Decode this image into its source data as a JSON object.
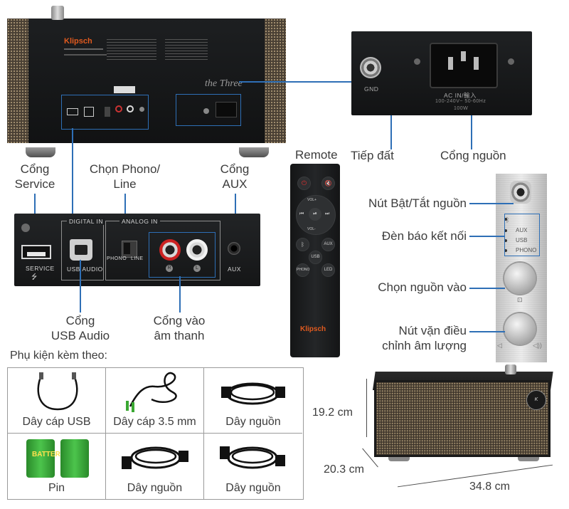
{
  "labels": {
    "remote": "Remote",
    "ground": "Tiếp đất",
    "power_port": "Cổng nguồn",
    "service_port_l1": "Cổng",
    "service_port_l2": "Service",
    "phono_line_l1": "Chọn Phono/",
    "phono_line_l2": "Line",
    "aux_port_l1": "Cổng",
    "aux_port_l2": "AUX",
    "usb_audio_l1": "Cổng",
    "usb_audio_l2": "USB Audio",
    "audio_in_l1": "Cổng vào",
    "audio_in_l2": "âm thanh",
    "power_button": "Nút Bật/Tắt nguồn",
    "connection_led": "Đèn báo kết nối",
    "source_select": "Chọn nguồn vào",
    "volume_l1": "Nút vặn điều",
    "volume_l2": "chỉnh âm lượng"
  },
  "panel_text": {
    "brand": "Klipsch",
    "digital_in": "DIGITAL IN",
    "analog_in": "ANALOG IN",
    "service": "SERVICE",
    "usb_audio": "USB AUDIO",
    "phono": "PHONO",
    "line": "LINE",
    "aux": "AUX",
    "r": "R",
    "l": "L",
    "gnd": "GND",
    "ac_in": "AC IN/輸入",
    "ac_spec": "100-240V~ 50-60Hz",
    "ac_watt": "100W",
    "the_three": "the Three"
  },
  "remote_buttons": {
    "vol_up": "VOL+",
    "vol_down": "VOL-",
    "aux": "AUX",
    "usb": "USB",
    "phono": "PHONO",
    "led": "LED"
  },
  "side_leds": [
    "AUX",
    "USB",
    "PHONO"
  ],
  "accessories": {
    "title": "Phụ kiện kèm theo:",
    "items": [
      "Dây cáp USB",
      "Dây cáp 3.5 mm",
      "Dây nguồn",
      "Pin",
      "Dây nguồn",
      "Dây nguồn"
    ]
  },
  "dimensions": {
    "height": "19.2 cm",
    "depth": "20.3 cm",
    "width": "34.8 cm"
  },
  "colors": {
    "accent": "#2e6fb6",
    "brand": "#e05a1f",
    "battery": "#3aa832"
  }
}
